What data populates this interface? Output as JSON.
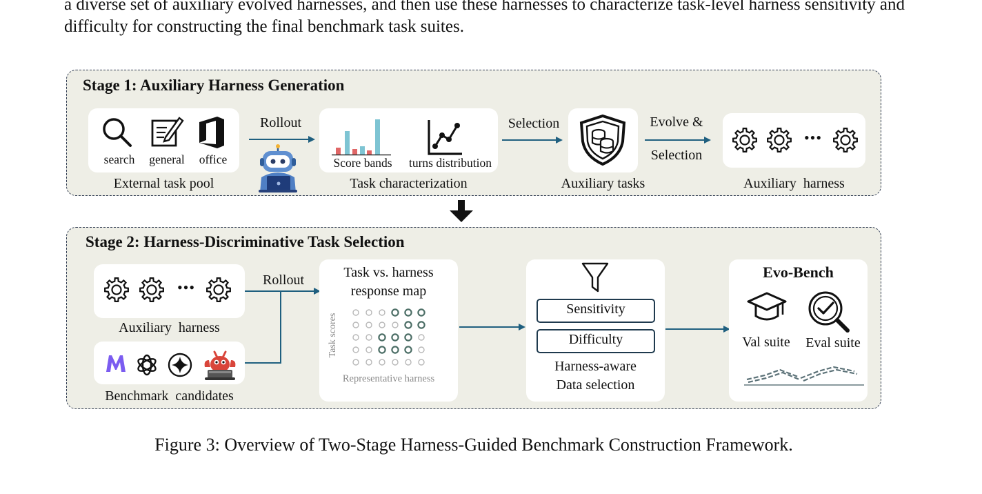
{
  "intro_text": "a diverse set of auxiliary evolved harnesses, and then use these harnesses to characterize task-level harness sensitivity and difficulty for constructing the final benchmark task suites.",
  "stage1": {
    "title": "Stage 1: Auxiliary Harness Generation",
    "task_pool": {
      "items": [
        "search",
        "general",
        "office"
      ],
      "label": "External task pool"
    },
    "arrow_rollout": "Rollout",
    "task_char": {
      "chart_labels": [
        "Score bands",
        "turns distribution"
      ],
      "label": "Task characterization"
    },
    "arrow_selection": "Selection",
    "aux_tasks": {
      "label": "Auxiliary tasks"
    },
    "arrow_evolve": [
      "Evolve &",
      "Selection"
    ],
    "aux_harness": {
      "ellipsis": "•••",
      "label": "Auxiliary  harness"
    }
  },
  "stage2": {
    "title": "Stage 2: Harness-Discriminative Task Selection",
    "aux_harness": {
      "ellipsis": "•••",
      "label": "Auxiliary  harness"
    },
    "candidates": {
      "label": "Benchmark  candidates"
    },
    "arrow_rollout": "Rollout",
    "response_map": {
      "title_lines": [
        "Task vs. harness",
        "response map"
      ],
      "y_axis": "Task scores",
      "x_axis": "Representative harness"
    },
    "selection": {
      "criteria": [
        "Sensitivity",
        "Difficulty"
      ],
      "label_lines": [
        "Harness-aware",
        "Data selection"
      ]
    },
    "evo_bench": {
      "title": "Evo-Bench",
      "suites": [
        "Val suite",
        "Eval suite"
      ]
    }
  },
  "caption": "Figure 3: Overview of Two-Stage Harness-Guided Benchmark Construction Framework.",
  "colors": {
    "stage_bg": "#eeeee6",
    "arrow": "#1f5f7f",
    "bar_teal": "#7ec4d3",
    "bar_red": "#e06666",
    "dot_light": "#b8b8b8",
    "dot_dark": "#4c6e66",
    "logo_purple": "#7b5cf0",
    "mascot_red": "#d9453a"
  }
}
